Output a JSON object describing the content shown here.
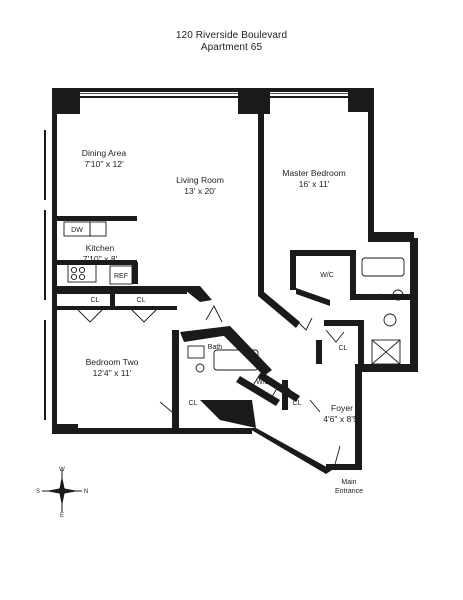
{
  "header": {
    "address": "120 Riverside Boulevard",
    "unit": "Apartment 65"
  },
  "rooms": {
    "dining_area": {
      "name": "Dining Area",
      "dims": "7'10\" x 12'"
    },
    "living_room": {
      "name": "Living Room",
      "dims": "13' x 20'"
    },
    "master_bedroom": {
      "name": "Master Bedroom",
      "dims": "16' x 11'"
    },
    "kitchen": {
      "name": "Kitchen",
      "dims": "7'10\" x 8'"
    },
    "bedroom_two": {
      "name": "Bedroom Two",
      "dims": "12'4\" x 11'"
    },
    "foyer": {
      "name": "Foyer",
      "dims": "4'6\" x 8'5\""
    }
  },
  "fixtures": {
    "dishwasher": "DW",
    "refrigerator": "REF",
    "closet": "CL",
    "walk_in_closet": "W/C",
    "washer_dryer": "W/D",
    "bath": "Bath"
  },
  "entrance": {
    "line1": "Main",
    "line2": "Entrance"
  },
  "compass": {
    "north": "N",
    "south": "S",
    "east": "E",
    "west": "W"
  }
}
